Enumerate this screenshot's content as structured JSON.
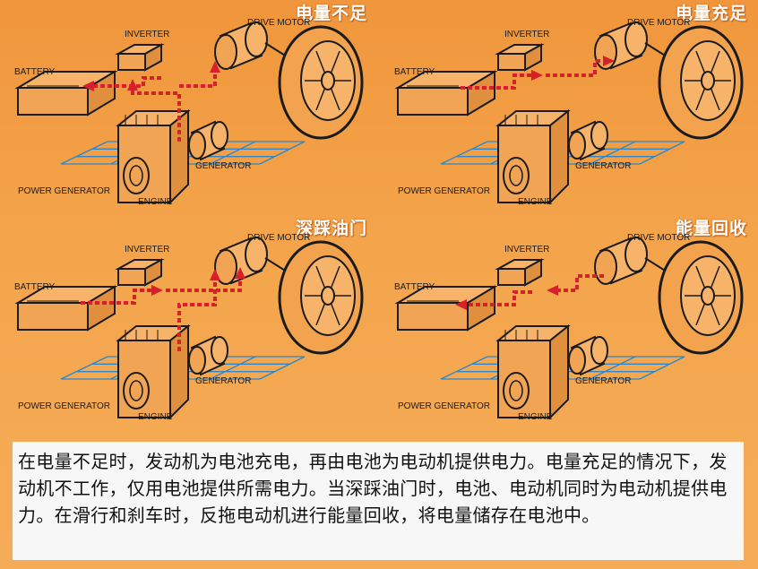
{
  "panels": [
    {
      "title": "电量不足",
      "arrows": "battery-charge"
    },
    {
      "title": "电量充足",
      "arrows": "battery-drive"
    },
    {
      "title": "深踩油门",
      "arrows": "both-drive"
    },
    {
      "title": "能量回收",
      "arrows": "regen"
    }
  ],
  "labels": {
    "inverter": "INVERTER",
    "battery": "BATTERY",
    "drive_motor": "DRIVE MOTOR",
    "generator": "GENERATOR",
    "power_generator": "POWER GENERATOR",
    "engine": "ENGINE"
  },
  "caption": "在电量不足时，发动机为电池充电，再由电池为电动机提供电力。电量充足的情况下，发动机不工作，仅用电池提供所需电力。当深踩油门时，电池、电动机同时为电动机提供电力。在滑行和刹车时，反拖电动机进行能量回收，将电量储存在电池中。",
  "colors": {
    "background": "#f29a3f",
    "arrow": "#d6202a",
    "grid": "#2f86c9",
    "title": "#ffffff"
  }
}
